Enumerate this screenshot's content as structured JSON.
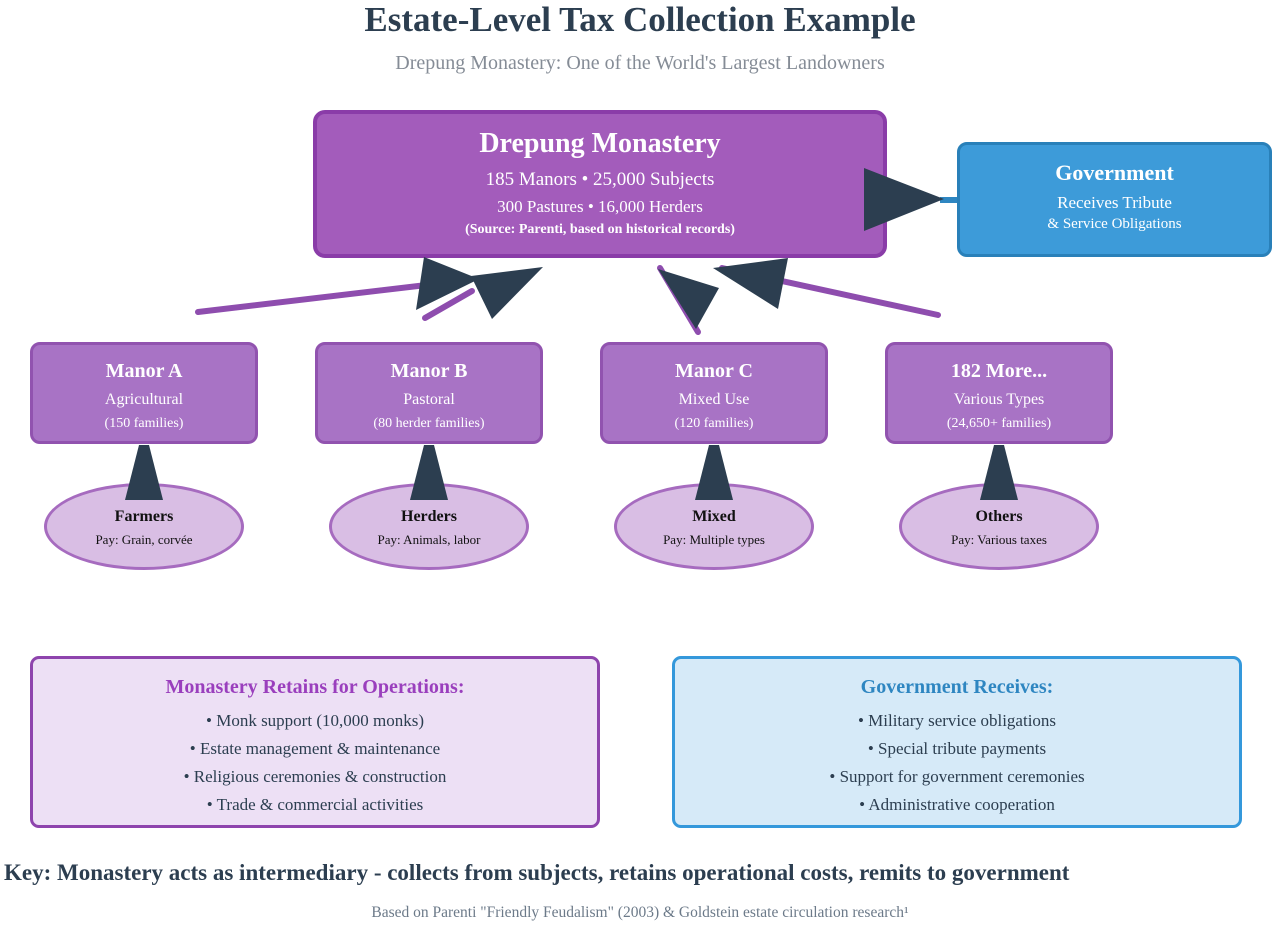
{
  "header": {
    "title": "Estate-Level Tax Collection Example",
    "subtitle": "Drepung Monastery: One of the World's Largest Landowners"
  },
  "monastery": {
    "title": "Drepung Monastery",
    "line1": "185 Manors • 25,000 Subjects",
    "line2": "300 Pastures • 16,000 Herders",
    "source": "(Source: Parenti, based on historical records)"
  },
  "government": {
    "title": "Government",
    "line1": "Receives Tribute",
    "line2": "& Service Obligations"
  },
  "manors": [
    {
      "title": "Manor A",
      "type": "Agricultural",
      "families": "(150 families)"
    },
    {
      "title": "Manor B",
      "type": "Pastoral",
      "families": "(80 herder families)"
    },
    {
      "title": "Manor C",
      "type": "Mixed Use",
      "families": "(120 families)"
    },
    {
      "title": "182 More...",
      "type": "Various Types",
      "families": "(24,650+ families)"
    }
  ],
  "subjects": [
    {
      "title": "Farmers",
      "pays": "Pay: Grain, corvée"
    },
    {
      "title": "Herders",
      "pays": "Pay: Animals, labor"
    },
    {
      "title": "Mixed",
      "pays": "Pay: Multiple types"
    },
    {
      "title": "Others",
      "pays": "Pay: Various taxes"
    }
  ],
  "retains": {
    "title": "Monastery Retains for Operations:",
    "items": [
      "• Monk support (10,000 monks)",
      "• Estate management & maintenance",
      "• Religious ceremonies & construction",
      "• Trade & commercial activities"
    ]
  },
  "receives": {
    "title": "Government Receives:",
    "items": [
      "• Military service obligations",
      "• Special tribute payments",
      "• Support for government ceremonies",
      "• Administrative cooperation"
    ]
  },
  "key_note": "Key: Monastery acts as intermediary - collects from subjects, retains operational costs, remits to government",
  "footer": "Based on Parenti \"Friendly Feudalism\" (2003) & Goldstein estate circulation research¹",
  "colors": {
    "monastery_fill": "#A35CBB",
    "monastery_border": "#8A3CA8",
    "manor_fill": "#A873C5",
    "government_fill": "#3D9BD9",
    "government_border": "#2980B9",
    "subject_fill": "#D9BEE4",
    "subject_border": "#A66BBF",
    "retains_fill": "#EDE0F5",
    "retains_accent": "#9A3FBD",
    "receives_fill": "#D6EAF8",
    "receives_accent": "#2E86C1",
    "arrow_navy": "#2C3E50",
    "edge_purple": "#8E4DAE",
    "text_navy": "#2C3E50"
  }
}
